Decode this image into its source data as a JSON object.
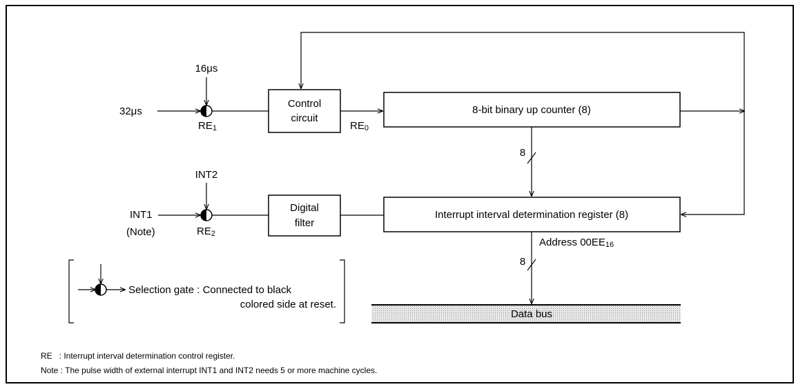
{
  "inputs": {
    "clk32": "32μs",
    "clk16": "16μs",
    "re1_main": "RE",
    "re1_sub": "1",
    "int1": "INT1",
    "note": "(Note)",
    "int2": "INT2",
    "re2_main": "RE",
    "re2_sub": "2"
  },
  "blocks": {
    "control_line1": "Control",
    "control_line2": "circuit",
    "re0_main": "RE",
    "re0_sub": "0",
    "counter": "8-bit binary up counter (8)",
    "filter_line1": "Digital",
    "filter_line2": "filter",
    "register": "Interrupt interval determination register (8)",
    "address_main": "Address 00EE",
    "address_sub": "16",
    "bus_width_1": "8",
    "bus_width_2": "8",
    "data_bus": "Data bus"
  },
  "legend": {
    "gate_label": "Selection gate : Connected to black",
    "gate_label_2": "colored side at reset."
  },
  "notes": {
    "re_line": "RE   : Interrupt interval determination control register.",
    "note_line": "Note : The pulse width of external interrupt INT1 and INT2 needs 5 or more machine cycles."
  }
}
